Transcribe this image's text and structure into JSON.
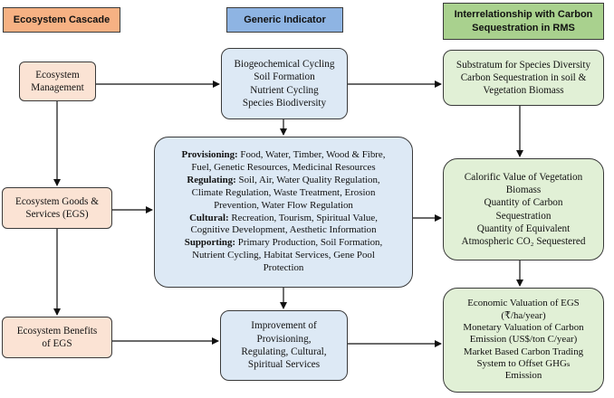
{
  "headers": {
    "ecosystem_cascade": "Ecosystem Cascade",
    "generic_indicator": "Generic Indicator",
    "interrelationship": [
      "Interrelationship with Carbon",
      "Sequestration in RMS"
    ]
  },
  "left": {
    "management": [
      "Ecosystem",
      "Management"
    ],
    "egs": [
      "Ecosystem Goods &",
      "Services (EGS)"
    ],
    "benefits": [
      "Ecosystem Benefits",
      "of EGS"
    ]
  },
  "middle": {
    "top": [
      "Biogeochemical Cycling",
      "Soil Formation",
      "Nutrient Cycling",
      "Species Biodiversity"
    ],
    "services": {
      "provisioning_label": "Provisioning:",
      "provisioning_text_1": " Food, Water, Timber, Wood & Fibre,",
      "provisioning_text_2": "Fuel, Genetic Resources, Medicinal Resources",
      "regulating_label": "Regulating:",
      "regulating_text_1": " Soil, Air, Water Quality Regulation,",
      "regulating_text_2": "Climate Regulation, Waste Treatment, Erosion",
      "regulating_text_3": "Prevention, Water Flow Regulation",
      "cultural_label": "Cultural:",
      "cultural_text_1": " Recreation, Tourism, Spiritual Value,",
      "cultural_text_2": "Cognitive Development, Aesthetic Information",
      "supporting_label": "Supporting:",
      "supporting_text_1": " Primary Production, Soil Formation,",
      "supporting_text_2": "Nutrient Cycling, Habitat Services, Gene Pool",
      "supporting_text_3": "Protection"
    },
    "bottom": [
      "Improvement of",
      "Provisioning,",
      "Regulating, Cultural,",
      "Spiritual Services"
    ]
  },
  "right": {
    "top": [
      "Substratum for Species Diversity",
      "Carbon Sequestration in soil &",
      "Vegetation Biomass"
    ],
    "middle": [
      "Calorific Value of Vegetation",
      "Biomass",
      "Quantity of Carbon",
      "Sequestration",
      "Quantity of Equivalent",
      "Atmospheric CO₂ Sequestered"
    ],
    "bottom": [
      "Economic Valuation of EGS",
      "(₹/ha/year)",
      "Monetary Valuation of Carbon",
      "Emission (US$/ton C/year)",
      "Market Based Carbon Trading",
      "System to Offset GHGₛ",
      "Emission"
    ]
  },
  "colors": {
    "header_peach": "#f6b183",
    "header_blue": "#8eb4e3",
    "header_green": "#a9d18e",
    "box_peach": "#fbe3d4",
    "box_blue": "#dde9f5",
    "box_green": "#e1f0d6"
  }
}
